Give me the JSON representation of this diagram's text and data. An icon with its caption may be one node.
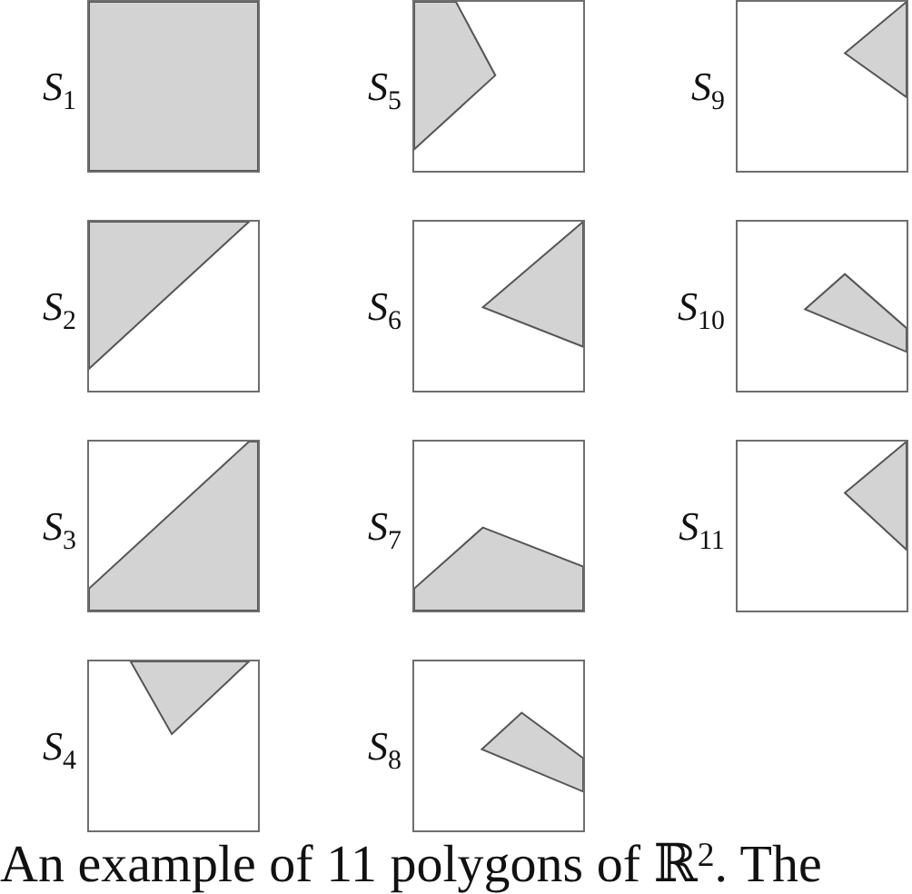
{
  "diagram": {
    "caption": "An example of 11 polygons of ℝ$^{2}$. The",
    "nodes": [
      {
        "text": [
          "*S*$_{1}$"
        ]
      },
      {
        "text": [
          "*S*$_{2}$"
        ]
      },
      {
        "text": [
          "*S*$_{3}$"
        ]
      },
      {
        "text": [
          "*S*$_{4}$"
        ]
      },
      {
        "text": [
          "*S*$_{5}$"
        ]
      },
      {
        "text": [
          "*S*$_{6}$"
        ]
      },
      {
        "text": [
          "*S*$_{7}$"
        ]
      },
      {
        "text": [
          "*S*$_{8}$"
        ]
      },
      {
        "text": [
          "*S*$_{9}$"
        ]
      },
      {
        "text": [
          "*S*$_{10}$"
        ]
      },
      {
        "text": [
          "*S*$_{11}$"
        ]
      }
    ]
  }
}
